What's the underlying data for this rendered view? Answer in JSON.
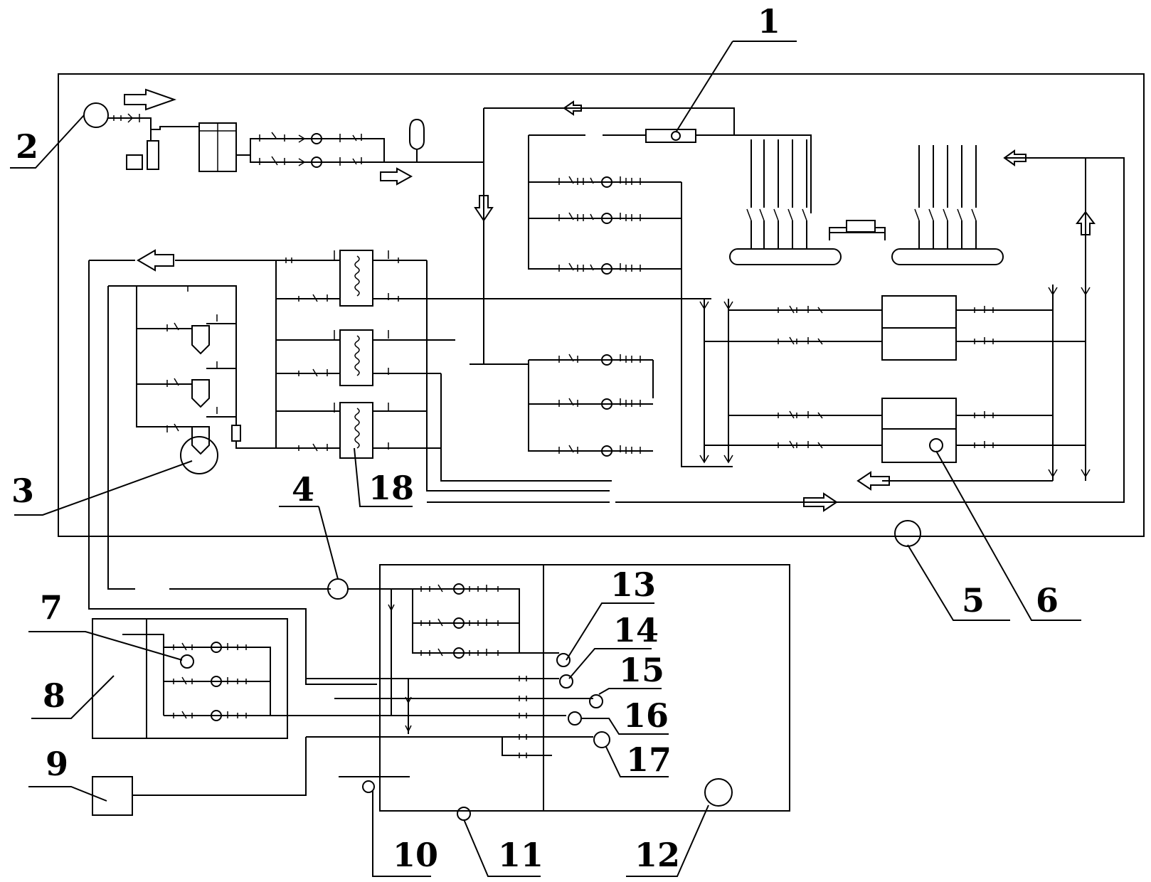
{
  "diagram": {
    "labels": [
      {
        "id": "1",
        "text": "1"
      },
      {
        "id": "2",
        "text": "2"
      },
      {
        "id": "3",
        "text": "3"
      },
      {
        "id": "4",
        "text": "4"
      },
      {
        "id": "5",
        "text": "5"
      },
      {
        "id": "6",
        "text": "6"
      },
      {
        "id": "7",
        "text": "7"
      },
      {
        "id": "8",
        "text": "8"
      },
      {
        "id": "9",
        "text": "9"
      },
      {
        "id": "10",
        "text": "10"
      },
      {
        "id": "11",
        "text": "11"
      },
      {
        "id": "12",
        "text": "12"
      },
      {
        "id": "13",
        "text": "13"
      },
      {
        "id": "14",
        "text": "14"
      },
      {
        "id": "15",
        "text": "15"
      },
      {
        "id": "16",
        "text": "16"
      },
      {
        "id": "17",
        "text": "17"
      },
      {
        "id": "18",
        "text": "18"
      }
    ]
  }
}
